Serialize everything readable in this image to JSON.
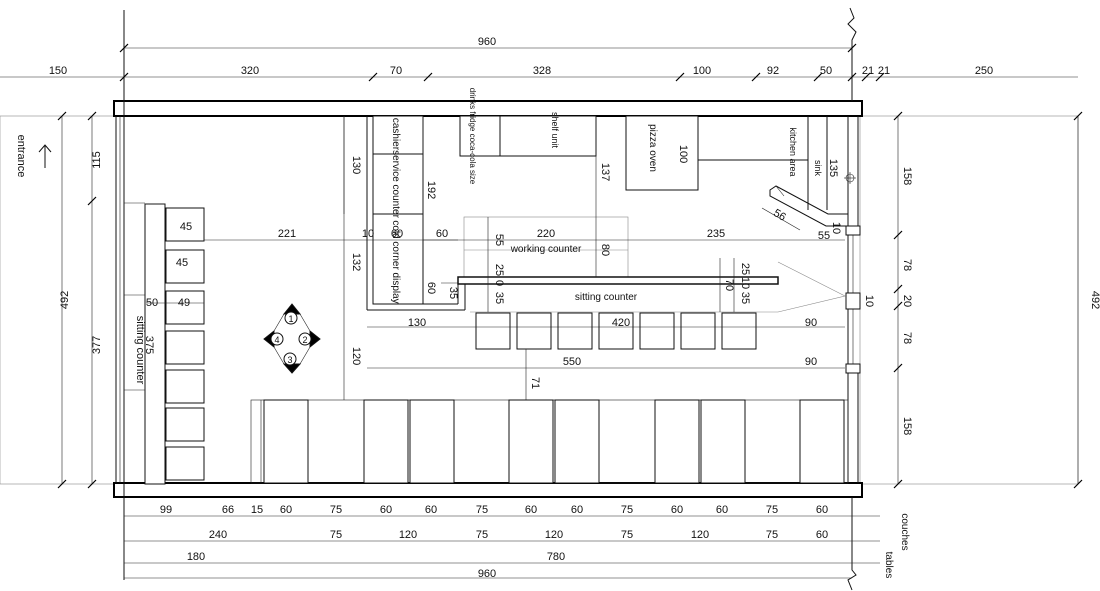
{
  "labels": {
    "entrance": "entrance",
    "cashier": "cashier",
    "service_counter": "service counter",
    "drinks_fridge": "drinks fridge coca-cola size",
    "shelf_unit": "shelf unit",
    "pizza_oven": "pizza oven",
    "kitchen_area": "kitchen area",
    "sink": "sink",
    "working_counter": "working counter",
    "cold_corner_display": "cold corner display",
    "sitting_counter_main": "sitting counter",
    "sitting_counter_left": "sitting counter",
    "couches": "couches",
    "tables": "tables"
  },
  "compass": [
    "1",
    "2",
    "3",
    "4"
  ],
  "dims_top": {
    "overall": "960",
    "left_ext": "150",
    "right_ext": "250",
    "segments": [
      "320",
      "70",
      "328",
      "100",
      "92",
      "50",
      "21",
      "21"
    ]
  },
  "dims_side": {
    "left_total": "492",
    "left_top": "115",
    "left_mid": "377",
    "right_total": "492",
    "right_segments": [
      "158",
      "78",
      "20",
      "78",
      "158"
    ]
  },
  "dims_interior": {
    "d130a": "130",
    "d192": "192",
    "d137": "137",
    "d100": "100",
    "d135": "135",
    "d221": "221",
    "d10a": "10",
    "d60a": "60",
    "d60b": "60",
    "d60c": "60",
    "d55a": "55",
    "d220": "220",
    "d80": "80",
    "d235": "235",
    "d55b": "55",
    "d56": "56",
    "d10b": "10",
    "d10c": "10",
    "d132": "132",
    "d35a": "35",
    "d25a": "25",
    "d0": "0",
    "d35b": "35",
    "d25b": "25",
    "d10d": "10",
    "d70": "70",
    "d35c": "35",
    "d10e": "10",
    "d130b": "130",
    "d420": "420",
    "d90a": "90",
    "d120a": "120",
    "d550": "550",
    "d90b": "90",
    "d71": "71",
    "d45a": "45",
    "d45b": "45",
    "d50": "50",
    "d49": "49",
    "d375": "375"
  },
  "dims_bottom": {
    "row1": [
      "99",
      "66",
      "15",
      "60",
      "75",
      "60",
      "60",
      "75",
      "60",
      "60",
      "75",
      "60",
      "60",
      "75",
      "60"
    ],
    "row2": [
      "240",
      "75",
      "120",
      "75",
      "120",
      "75",
      "120",
      "75",
      "60"
    ],
    "row3": [
      "180",
      "780"
    ],
    "overall": "960"
  }
}
